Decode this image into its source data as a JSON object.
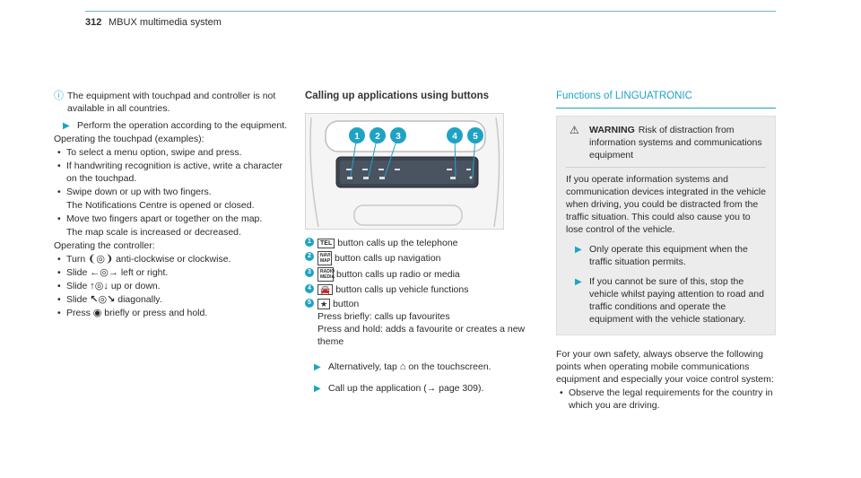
{
  "header": {
    "page_number": "312",
    "title": "MBUX multimedia system"
  },
  "col1": {
    "note": "The equipment with touchpad and controller is not available in all countries.",
    "step": "Perform the operation according to the equipment.",
    "touchpad_intro": "Operating the touchpad (examples):",
    "touchpad_items": [
      {
        "text": "To select a menu option, swipe and press."
      },
      {
        "text": "If handwriting recognition is active, write a character on the touchpad."
      },
      {
        "text": "Swipe down or up with two fingers.",
        "sub": "The Notifications Centre is opened or closed."
      },
      {
        "text": "Move two fingers apart or together on the map.",
        "sub": "The map scale is increased or decreased."
      }
    ],
    "controller_intro": "Operating the controller:",
    "controller_items": [
      {
        "prefix": "Turn",
        "glyph": "❨◎❩",
        "suffix": "anti-clockwise or clockwise."
      },
      {
        "prefix": "Slide",
        "glyph": "←◎→",
        "suffix": "left or right."
      },
      {
        "prefix": "Slide",
        "glyph": "↑◎↓",
        "suffix": "up or down."
      },
      {
        "prefix": "Slide",
        "glyph": "↖◎↘",
        "suffix": "diagonally."
      },
      {
        "prefix": "Press",
        "glyph": "◉",
        "suffix": "briefly or press and hold."
      }
    ]
  },
  "col2": {
    "title": "Calling up applications using buttons",
    "figure_callouts": [
      "1",
      "2",
      "3",
      "4",
      "5"
    ],
    "items": [
      {
        "num": "1",
        "key": "TEL",
        "text": "button calls up the telephone"
      },
      {
        "num": "2",
        "key": "NAVI MAP",
        "text": "button calls up navigation"
      },
      {
        "num": "3",
        "key": "RADIO MEDIA",
        "text": "button calls up radio or media"
      },
      {
        "num": "4",
        "key": "🚘",
        "text": "button calls up vehicle functions"
      },
      {
        "num": "5",
        "key": "★",
        "text": "button",
        "lines": [
          "Press briefly: calls up favourites",
          "Press and hold: adds a favourite or creates a new theme"
        ]
      }
    ],
    "step1_prefix": "Alternatively, tap",
    "step1_icon": "⌂",
    "step1_suffix": "on the touchscreen.",
    "step2": "Call up the application (→ page 309)."
  },
  "col3": {
    "title": "Functions of LINGUATRONIC",
    "warning_label": "WARNING",
    "warning_head": "Risk of distraction from information systems and communications equipment",
    "warning_body": "If you operate information systems and communication devices integrated in the vehicle when driving, you could be distracted from the traffic situation. This could also cause you to lose control of the vehicle.",
    "warning_steps": [
      "Only operate this equipment when the traffic situation permits.",
      "If you cannot be sure of this, stop the vehicle whilst paying attention to road and traffic conditions and operate the equipment with the vehicle stationary."
    ],
    "para": "For your own safety, always observe the following points when operating mobile communications equipment and especially your voice control system:",
    "bullets": [
      "Observe the legal requirements for the country in which you are driving."
    ]
  }
}
